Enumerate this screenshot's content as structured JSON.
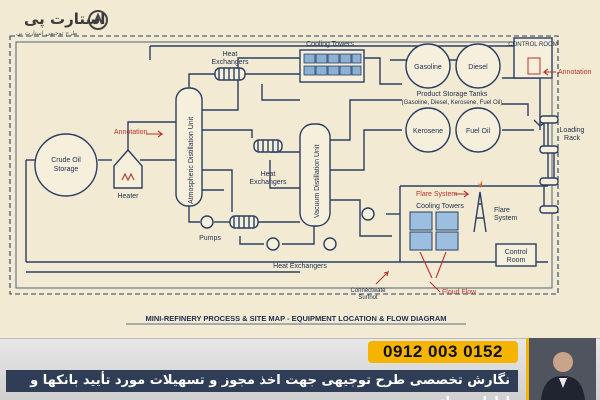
{
  "diagram": {
    "title": "MINI-REFINERY PROCESS & SITE MAP - EQUIPMENT LOCATION & FLOW DIAGRAM",
    "labels": {
      "crude_oil_storage": "Crude Oil Storage",
      "heater": "Heater",
      "annotation_left": "Annotation",
      "atmospheric_unit": "Atmospheric Distillation Unit",
      "heat_exchangers_top": "Heat Exchangers",
      "cooling_towers_top": "Cooling Towers",
      "heat_exchangers_mid": "Heat Exchangers",
      "vacuum_unit": "Vacuum Distillation Unit",
      "pumps": "Pumps",
      "heat_exchangers_bottom": "Heat Exchangers",
      "gasoline": "Gasoline",
      "diesel": "Diesel",
      "kerosene": "Kerosene",
      "fuel_oil": "Fuel Oil",
      "product_storage_tanks": "Product Storage Tanks",
      "product_storage_sub": "(Gasoline, Diesel, Kerosene, Fuel Oil)",
      "control_room_top": "CONTROL ROOM",
      "annotation_right": "Annotation",
      "loading_rack": "Loading Rack",
      "flare_system_red": "Flare System",
      "cooling_towers_right": "Cooling Towers",
      "flare_system": "Flare System",
      "control_room_bottom": "Control Room",
      "connectwate": "Connectwate Surfnot",
      "floud_flow": "Floud Flow"
    }
  },
  "banner": {
    "phone": "0912 003 0152",
    "caption": "نگارش تخصصی طرح توجیهی جهت اخذ مجوز و تسهیلات مورد تأیید بانکها و ادارات دولتی",
    "logo_text": "استارت پی",
    "logo_sub": "طرح توجیهی استارت پی"
  },
  "colors": {
    "paper": "#f3ead4",
    "ink": "#2a3f63",
    "accent_red": "#b8342a",
    "phone_bg": "#f5b400",
    "caption_bg": "#2f3d57"
  }
}
